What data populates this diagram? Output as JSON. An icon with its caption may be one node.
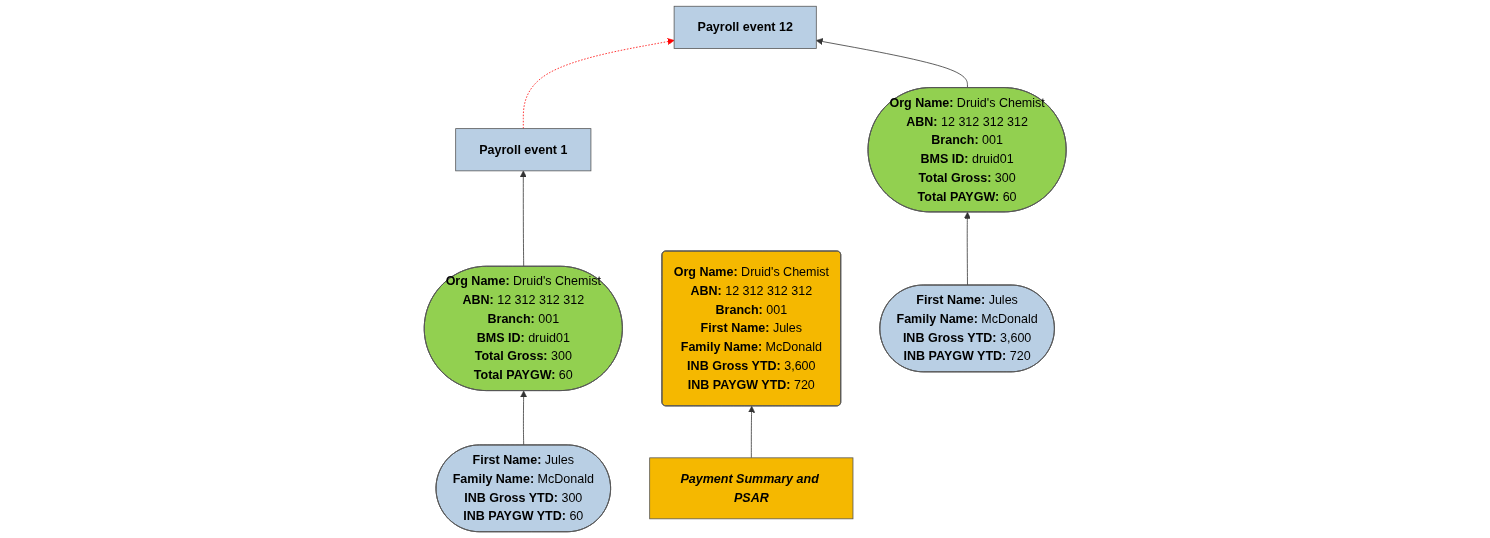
{
  "diagram": {
    "nodes": [
      {
        "text": [
          "Payroll event 1"
        ]
      },
      {
        "text": [
          "Payroll event 12"
        ]
      },
      {
        "text": [
          "Payment Summary and PSAR"
        ]
      },
      {
        "text": [
          "**Org Name:** Druid's Chemist",
          "**ABN:** 12 312 312 312",
          "**Branch:** 001",
          "**BMS ID:** druid01",
          "**Total Gross:** 300",
          "**Total PAYGW:** 60"
        ]
      },
      {
        "text": [
          "**Org Name:** Druid's Chemist",
          "**ABN:** 12 312 312 312",
          "**Branch:** 001",
          "**BMS ID:** druid01",
          "**Total Gross:** 300",
          "**Total PAYGW:** 60"
        ]
      },
      {
        "text": [
          "**Org Name:** Druid's Chemist",
          "**ABN:** 12 312 312 312",
          "**Branch:** 001",
          "**First Name:** Jules",
          "**Family Name:** McDonald",
          "**INB Gross YTD:** 3,600",
          "**INB PAYGW YTD:** 720"
        ]
      },
      {
        "text": [
          "**First Name:** Jules",
          "**Family Name:** McDonald",
          "**INB Gross YTD:** 300",
          "**INB PAYGW YTD:** 60"
        ]
      },
      {
        "text": [
          "**First Name:** Jules",
          "**Family Name:** McDonald",
          "**INB Gross YTD:** 3,600",
          "**INB PAYGW YTD:** 720"
        ]
      }
    ],
    "edges": [
      {
        "from": 0,
        "to": 1,
        "arrow": "to",
        "style": "dashed",
        "color": "#ff0000"
      },
      {
        "from": 3,
        "to": 0,
        "arrow": "to"
      },
      {
        "from": 6,
        "to": 3,
        "arrow": "to"
      },
      {
        "from": 4,
        "to": 1,
        "arrow": "to"
      },
      {
        "from": 7,
        "to": 4,
        "arrow": "to"
      },
      {
        "from": 2,
        "to": 5,
        "arrow": "to"
      }
    ]
  }
}
